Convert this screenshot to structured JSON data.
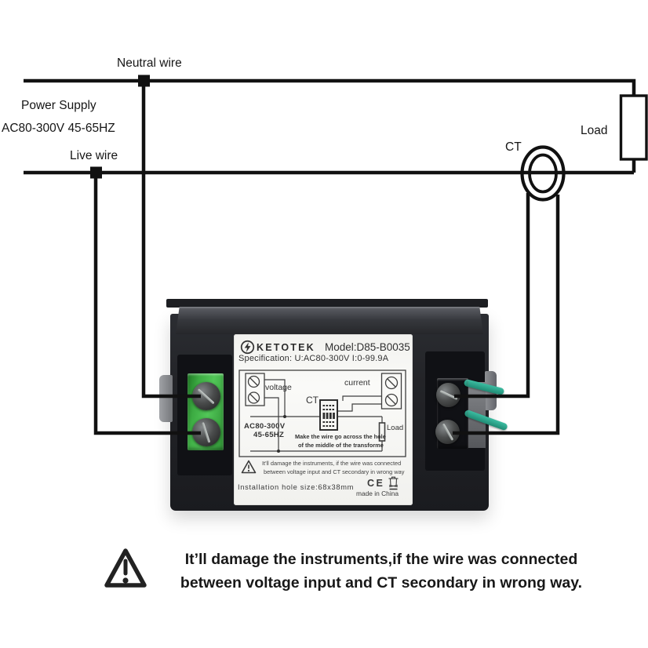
{
  "diagram": {
    "neutral_wire": "Neutral wire",
    "power_supply_line1": "Power Supply",
    "power_supply_line2": "AC80-300V 45-65HZ",
    "live_wire": "Live wire",
    "ct": "CT",
    "load": "Load"
  },
  "meter_label": {
    "brand": "KETOTEK",
    "model": "Model:D85-B0035",
    "specification": "Specification: U:AC80-300V I:0-99.9A",
    "schematic": {
      "voltage": "voltage",
      "current": "current",
      "ct": "CT",
      "range_line1": "AC80-300V",
      "range_line2": "45-65HZ",
      "note_line1": "Make the wire go across the hole",
      "note_line2": "of the middle of the transforme",
      "load": "Load"
    },
    "warning_line1": "It'll damage the instruments, if the wire was connected",
    "warning_line2": "between voltage input and CT secondary in wrong way",
    "installation": "Installation hole size:68x38mm",
    "ce": "CE",
    "made_in": "made in China"
  },
  "footer_warning": {
    "line1": "It’ll damage the instruments,if the wire was connected",
    "line2": "between voltage input and CT secondary in wrong way."
  },
  "icons": {
    "brand_logo": "lightning-bolt-circle",
    "small_warning": "warning-triangle",
    "large_warning": "warning-triangle",
    "weee": "crossed-out-wheeled-bin"
  },
  "colors": {
    "wire": "#111111",
    "meter_body": "#1e1f23",
    "label_bg": "#f6f6f3",
    "terminal_green": "#3dac43",
    "terminal_blue": "#2f62c9",
    "wire_teal": "#2aa48e"
  }
}
